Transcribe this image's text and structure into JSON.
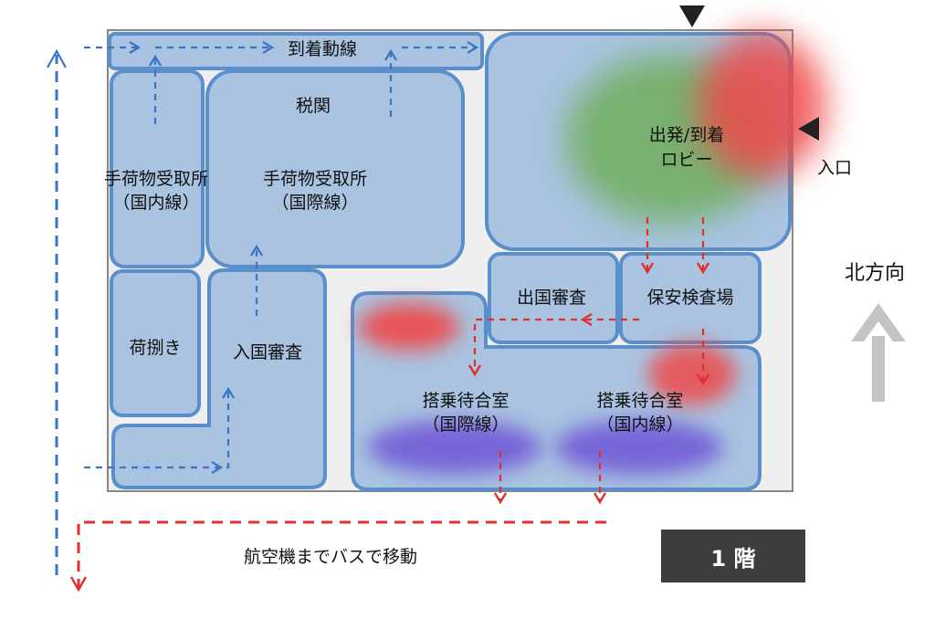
{
  "zones": {
    "arrival_route": "到着動線",
    "customs": "税関",
    "baggage_intl": [
      "手荷物受取所",
      "（国際線）"
    ],
    "baggage_dom": [
      "手荷物受取所",
      "（国内線）"
    ],
    "baggage_handling": "荷捌き",
    "immigration_in": "入国審査",
    "lobby": [
      "出発/到着",
      "ロビー"
    ],
    "immigration_out": "出国審査",
    "security": "保安検査場",
    "gate_intl": [
      "搭乗待合室",
      "（国際線）"
    ],
    "gate_dom": [
      "搭乗待合室",
      "（国内線）"
    ]
  },
  "entrance_label": "入口",
  "north_label": "北方向",
  "bus_note": "航空機までバスで移動",
  "floor_label": "1 階",
  "colors": {
    "zone_fill": "#a9c3e0",
    "zone_stroke": "#5b8fcb",
    "arrival_flow": "#3a74c4",
    "departure_flow": "#e0312c",
    "heat_red": "#ee4a4a",
    "heat_green": "#6fae5c",
    "heat_purple": "#6a4fd6"
  }
}
